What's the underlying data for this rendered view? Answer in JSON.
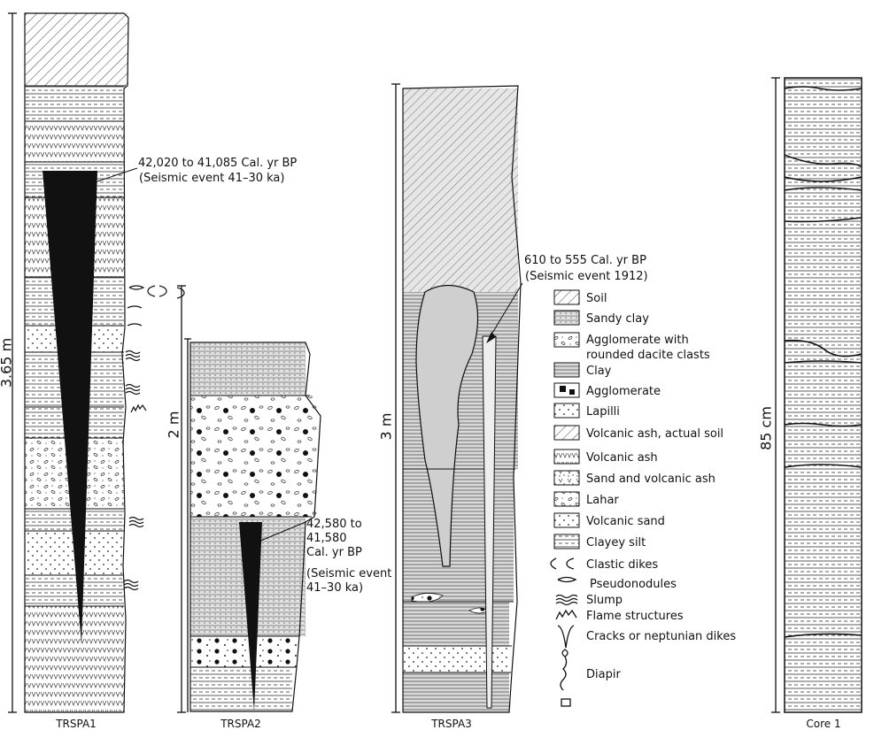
{
  "columns": {
    "trspa1": {
      "name": "TRSPA1",
      "scale": "3.65 m"
    },
    "trspa2": {
      "name": "TRSPA2",
      "scale": "2 m"
    },
    "trspa3": {
      "name": "TRSPA3",
      "scale": "3 m"
    },
    "core1": {
      "name": "Core 1",
      "scale": "85 cm"
    }
  },
  "annotations": {
    "a1_line1": "42,020 to 41,085 Cal. yr BP",
    "a1_line2": "(Seismic event 41–30 ka)",
    "a2_line1": "42,580 to",
    "a2_line2": "41,580",
    "a2_line3": "Cal. yr BP",
    "a2_line4": "(Seismic event",
    "a2_line5": "41–30 ka)",
    "a3_line1": "610 to 555 Cal. yr BP",
    "a3_line2": "(Seismic event 1912)"
  },
  "legend": {
    "soil": "Soil",
    "sandy_clay": "Sandy clay",
    "agglom_round_1": "Agglomerate with",
    "agglom_round_2": "rounded dacite clasts",
    "clay": "Clay",
    "agglomerate": "Agglomerate",
    "lapilli": "Lapilli",
    "ash_soil": "Volcanic ash, actual soil",
    "ash": "Volcanic ash",
    "sand_ash": "Sand and volcanic ash",
    "lahar": "Lahar",
    "volcanic_sand": "Volcanic sand",
    "clayey_silt": "Clayey silt",
    "clastic_dikes": "Clastic dikes",
    "pseudonodules": "Pseudonodules",
    "slump": "Slump",
    "flame": "Flame structures",
    "cracks": "Cracks or neptunian dikes",
    "diapir": "Diapir"
  }
}
